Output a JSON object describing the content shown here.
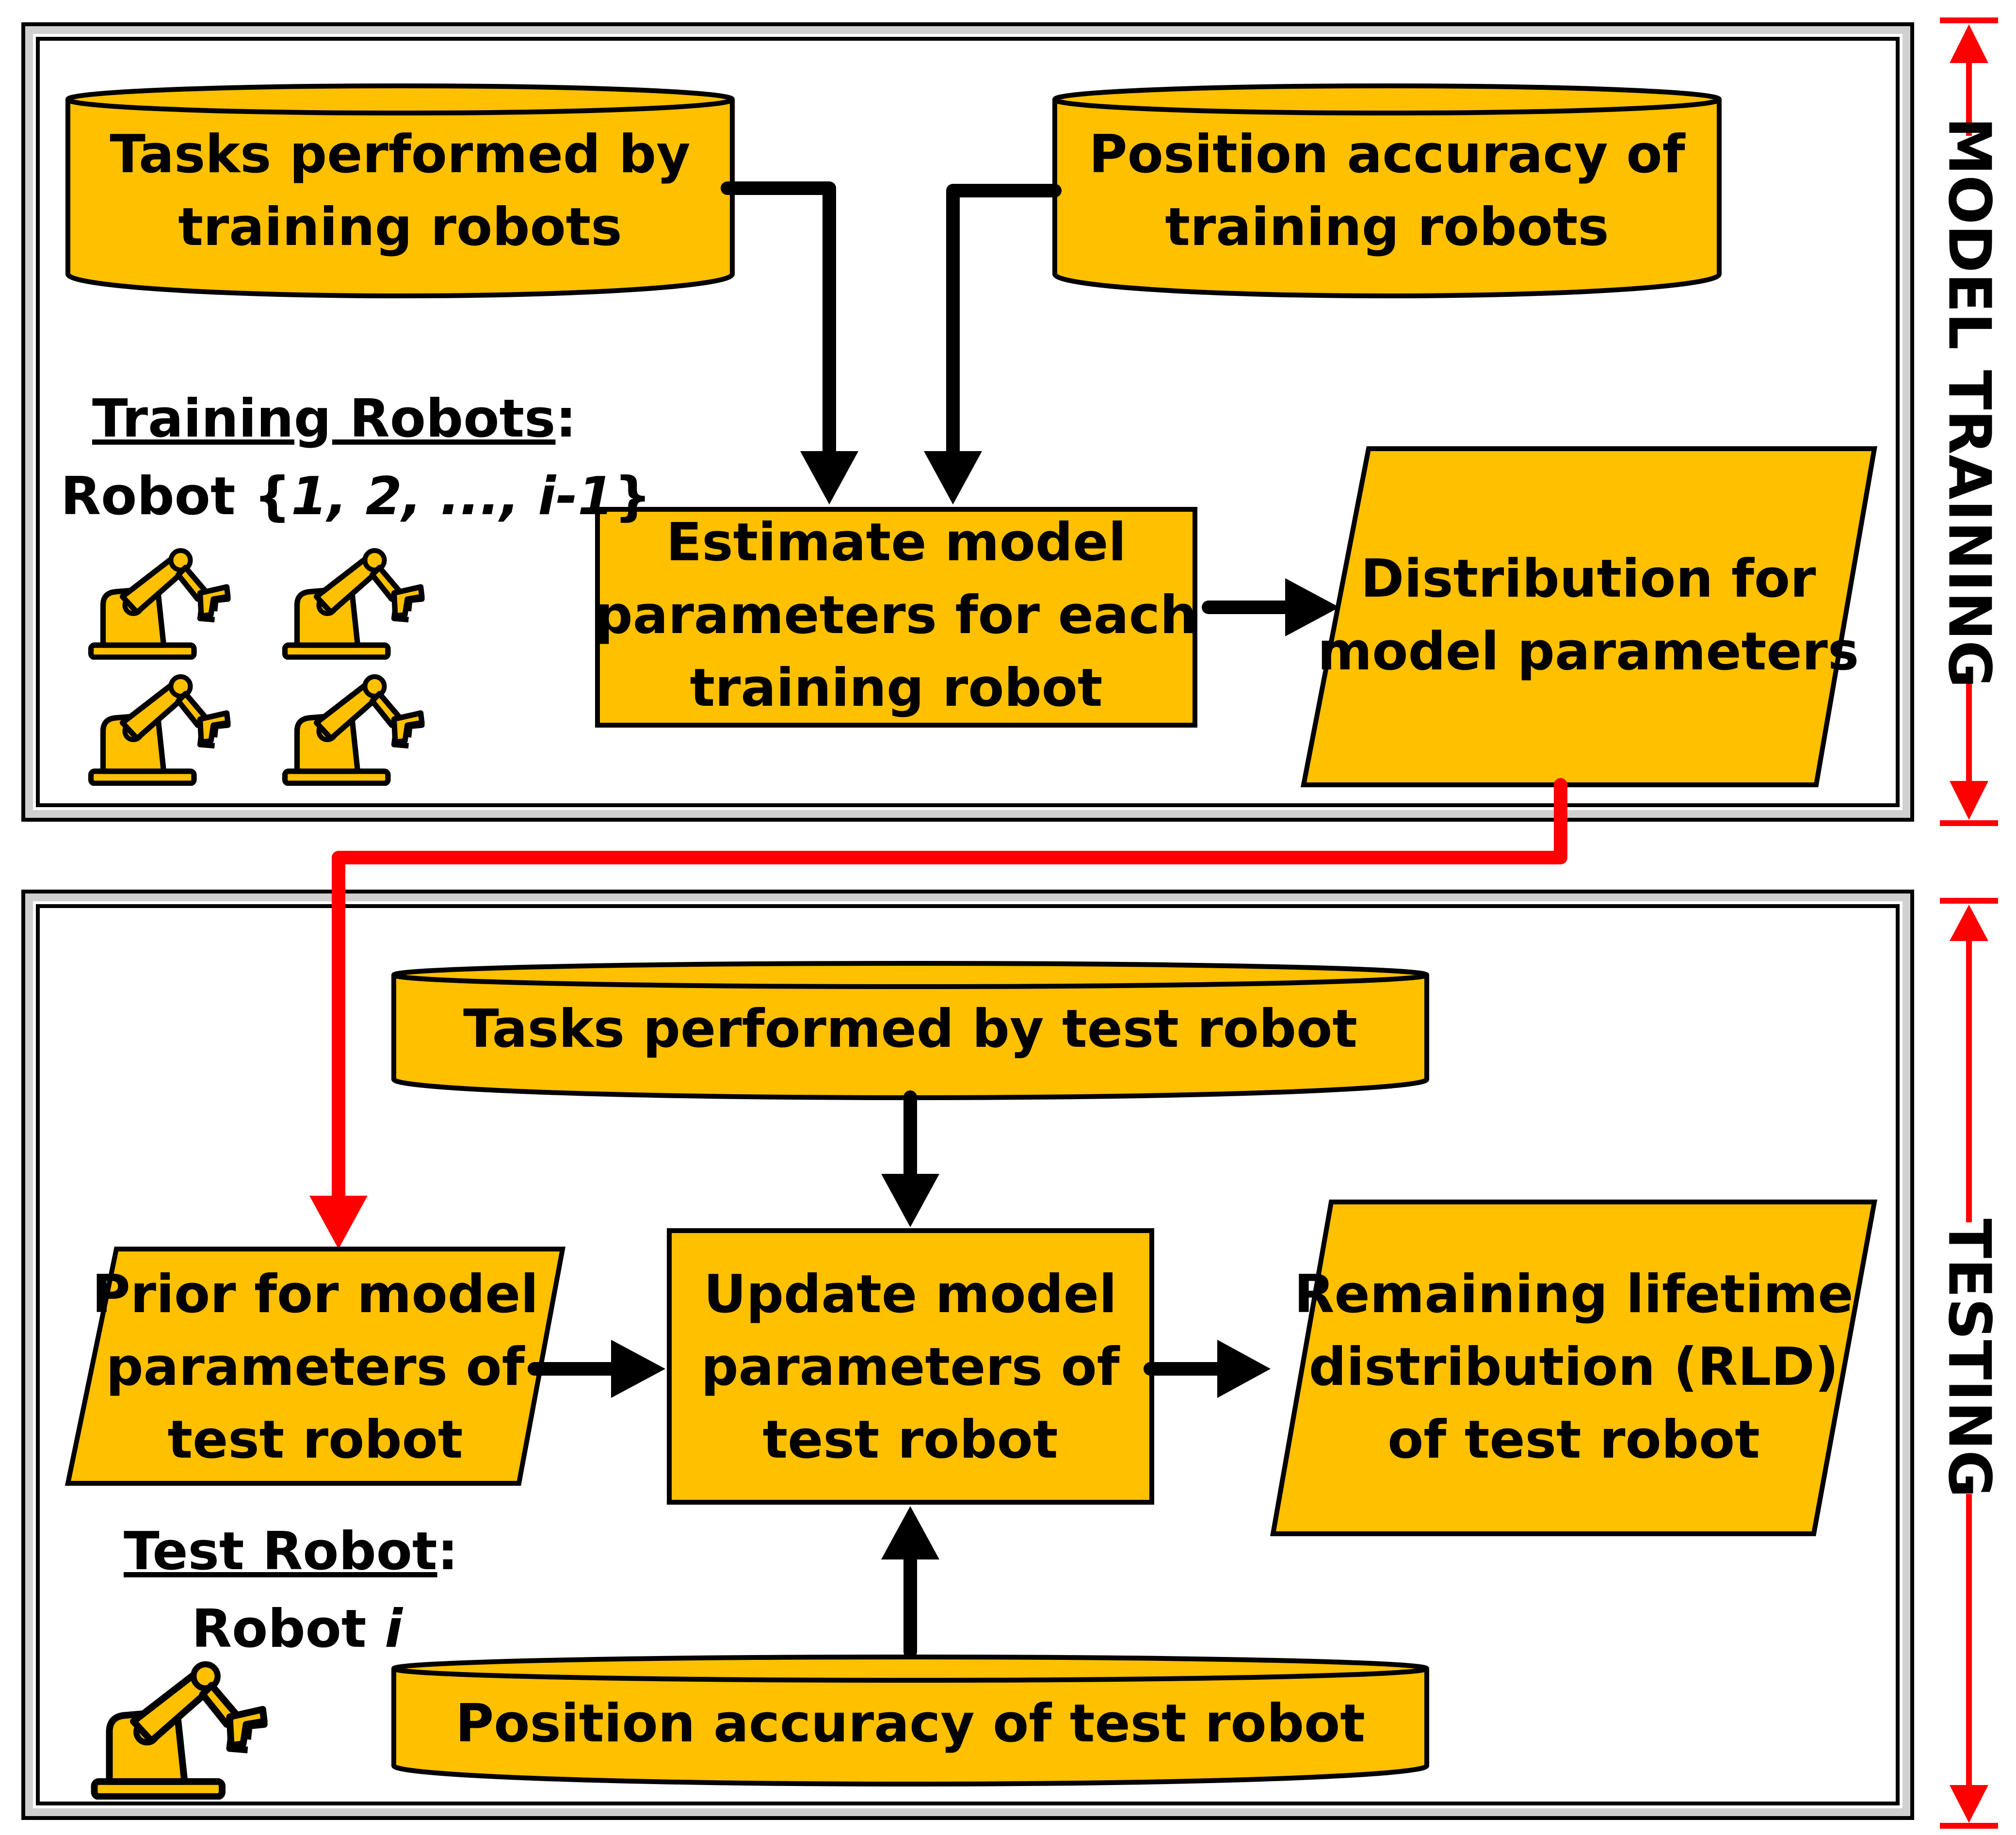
{
  "colors": {
    "shape_fill": "#FFC000",
    "outline": "#000000",
    "link_red": "#FF0000",
    "panel_border": "#D0D0D0"
  },
  "model_training": {
    "side_label": "MODEL TRAINING",
    "tasks_db": {
      "line1": "Tasks performed by",
      "line2": "training robots"
    },
    "accuracy_db": {
      "line1": "Position accuracy of",
      "line2": "training robots"
    },
    "estimate_box": {
      "line1": "Estimate model",
      "line2": "parameters for each",
      "line3": "training robot"
    },
    "distribution_box": {
      "line1": "Distribution for",
      "line2": "model parameters"
    },
    "robots_label": {
      "heading": "Training Robots",
      "colon": ":",
      "prefix": "Robot {",
      "set": "1, 2, ..., i-1",
      "suffix": "}"
    },
    "robot_icons": [
      "robot-arm-icon",
      "robot-arm-icon",
      "robot-arm-icon",
      "robot-arm-icon"
    ]
  },
  "testing": {
    "side_label": "TESTING",
    "tasks_db": {
      "line1": "Tasks performed by test robot"
    },
    "accuracy_db": {
      "line1": "Position accuracy of test robot"
    },
    "prior_box": {
      "line1": "Prior for model",
      "line2": "parameters of",
      "line3": "test robot"
    },
    "update_box": {
      "line1": "Update model",
      "line2": "parameters of",
      "line3": "test robot"
    },
    "rld_box": {
      "line1": "Remaining lifetime",
      "line2": "distribution (RLD)",
      "line3": "of test robot"
    },
    "robot_label": {
      "heading": "Test Robot",
      "colon": ":",
      "prefix": "Robot ",
      "index": "i"
    },
    "robot_icons": [
      "robot-arm-icon"
    ]
  }
}
